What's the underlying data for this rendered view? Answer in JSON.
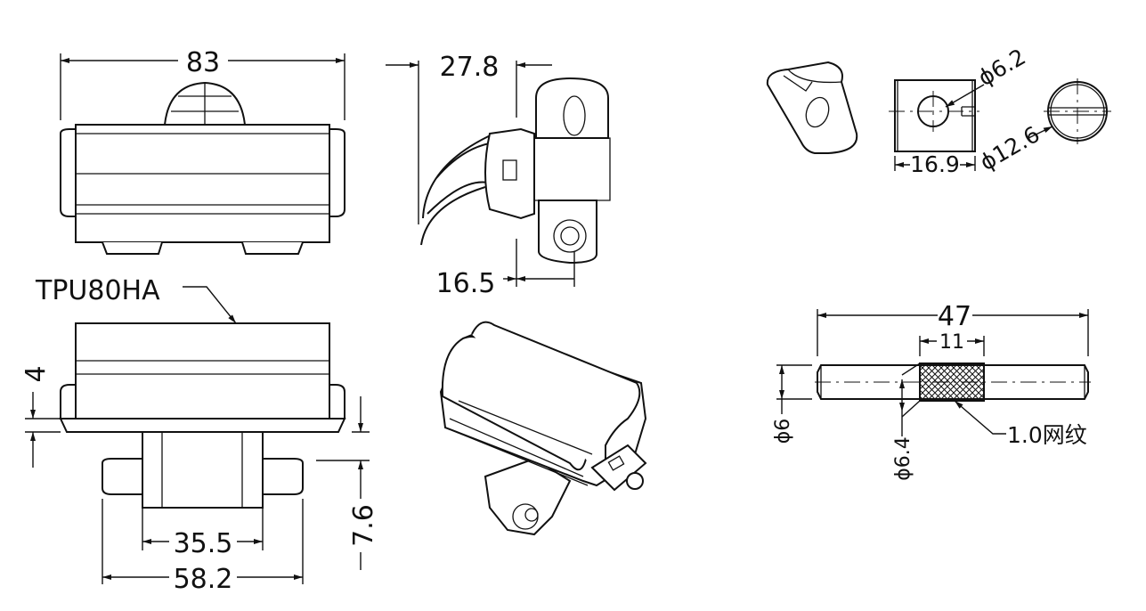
{
  "clip_drawing": {
    "width_overall": "83",
    "side_width": "27.8",
    "side_offset": "16.5",
    "material_note": "TPU80HA",
    "base_thickness": "4",
    "lower_height": "7.6",
    "inner_span": "35.5",
    "outer_span": "58.2"
  },
  "nut_drawing": {
    "hole_diameter": "ϕ6.2",
    "length": "16.9",
    "outer_diameter": "ϕ12.6"
  },
  "pin_drawing": {
    "length": "47",
    "knurl_length": "11",
    "diameter": "ϕ6",
    "knurl_diameter": "ϕ6.4",
    "knurl_note": "1.0网纹"
  }
}
